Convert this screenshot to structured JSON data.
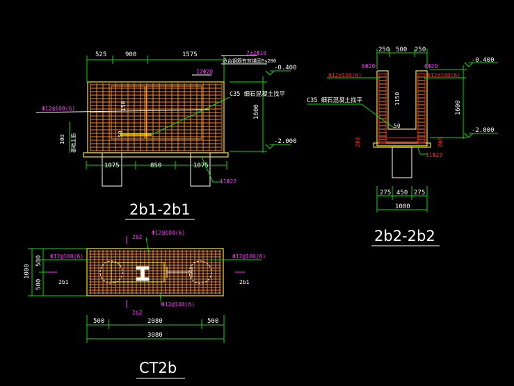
{
  "drawing": {
    "colors": {
      "background": "#000000",
      "dimension": "#00e000",
      "outline": "#ffe600",
      "rebar": "#ff8a2a",
      "note": "#ff33ff",
      "stirrup": "#ff2020",
      "text": "#ffffff"
    },
    "section1": {
      "title": "2b1-2b1",
      "top_dims": [
        "525",
        "900",
        "1575"
      ],
      "bottom_dims": [
        "1075",
        "850",
        "1075"
      ],
      "height": "1600",
      "level_top": "-0.400",
      "level_bottom": "-2.000",
      "left_dim": "10d",
      "left_note": "基础主筋",
      "bar_note1": "7±2Φ18",
      "bar_note2": "承台钢筋有效锚固S≤200",
      "bar_note3": "12Φ20",
      "concrete": "C35  细石混凝土找平",
      "left_bar": "Φ12@100(6)",
      "inner1": "150",
      "inner2": "50",
      "bottom_bar": "11Φ22"
    },
    "section2": {
      "title": "2b2-2b2",
      "top_dims": [
        "250",
        "500",
        "250"
      ],
      "bottom_dims": [
        "275",
        "450",
        "275"
      ],
      "total": "1000",
      "height": "1600",
      "level_top": "-0.400",
      "level_bottom": "-2.000",
      "bar_left": "Φ12@100(6)",
      "bar_left2": "6Φ20",
      "bar_right": "Φ12@100(6)",
      "bar_right2": "6Φ20",
      "concrete": "C35  细石混凝土找平",
      "inner1": "1150",
      "inner2": "50",
      "red_left": "2Φ8",
      "red_right": "2Φ8",
      "bottom_bar": "11Φ22"
    },
    "plan": {
      "title": "CT2b",
      "label_top": "2b2",
      "label_bottom": "2b2",
      "label_left": "2b1",
      "label_right": "2b1",
      "bar_top": "Φ12@100(6)",
      "bar_right": "Φ12@100(6)",
      "bar_left": "Φ12@100(6)",
      "bar_bottom": "Φ12@100(6)",
      "left_dims": [
        "500",
        "500"
      ],
      "left_total": "1000",
      "bottom_dims": [
        "500",
        "2080",
        "500"
      ],
      "total": "3080"
    }
  }
}
